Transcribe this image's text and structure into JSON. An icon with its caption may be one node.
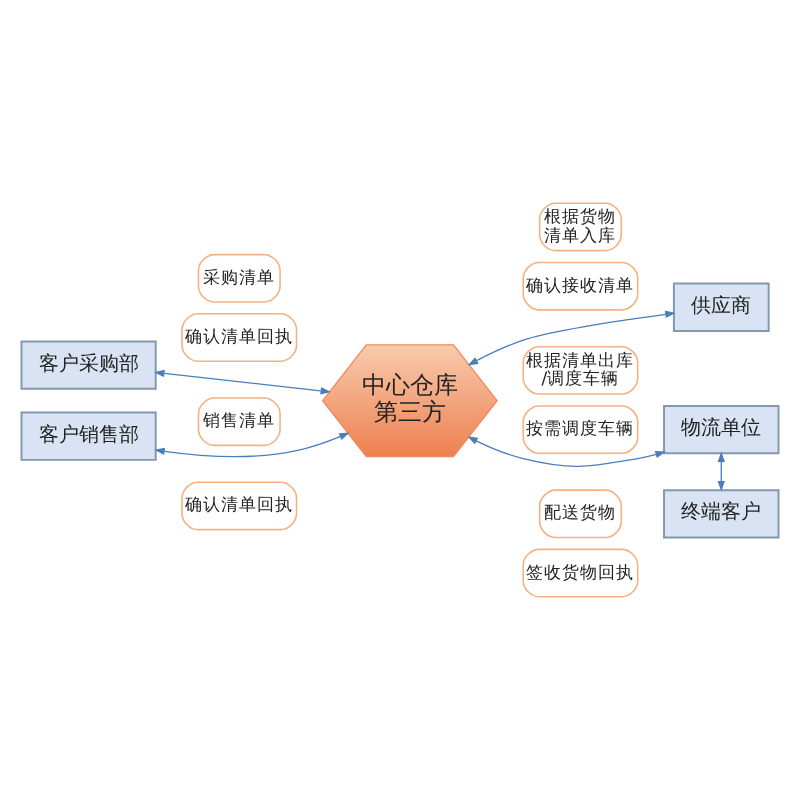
{
  "diagram": {
    "nodes": [
      {
        "text": [
          "客户采购部"
        ]
      },
      {
        "text": [
          "采购清单"
        ]
      },
      {
        "text": [
          "确认清单回执"
        ]
      },
      {
        "text": [
          "根据货物清单入库"
        ]
      },
      {
        "text": [
          "供应商"
        ]
      },
      {
        "text": [
          "确认接收清单"
        ]
      },
      {
        "text": [
          "中心仓库",
          "第三方"
        ]
      },
      {
        "text": [
          "销售清单"
        ]
      },
      {
        "text": [
          "确认清单回执"
        ]
      },
      {
        "text": [
          "根据清单出库/调度车辆"
        ]
      },
      {
        "text": [
          "按需调度车辆"
        ]
      },
      {
        "text": [
          "客户销售部"
        ]
      },
      {
        "text": [
          "物流单位"
        ]
      },
      {
        "text": [
          "配送货物"
        ]
      },
      {
        "text": [
          "签收货物回执"
        ]
      },
      {
        "text": [
          "终端客户"
        ]
      }
    ],
    "edges": [
      {
        "from": 0,
        "to": 6,
        "arrow": "both"
      },
      {
        "from": 6,
        "to": 4,
        "arrow": "both"
      },
      {
        "from": 11,
        "to": 6,
        "arrow": "both"
      },
      {
        "from": 6,
        "to": 12,
        "arrow": "both"
      },
      {
        "from": 12,
        "to": 15,
        "arrow": "both"
      }
    ]
  }
}
